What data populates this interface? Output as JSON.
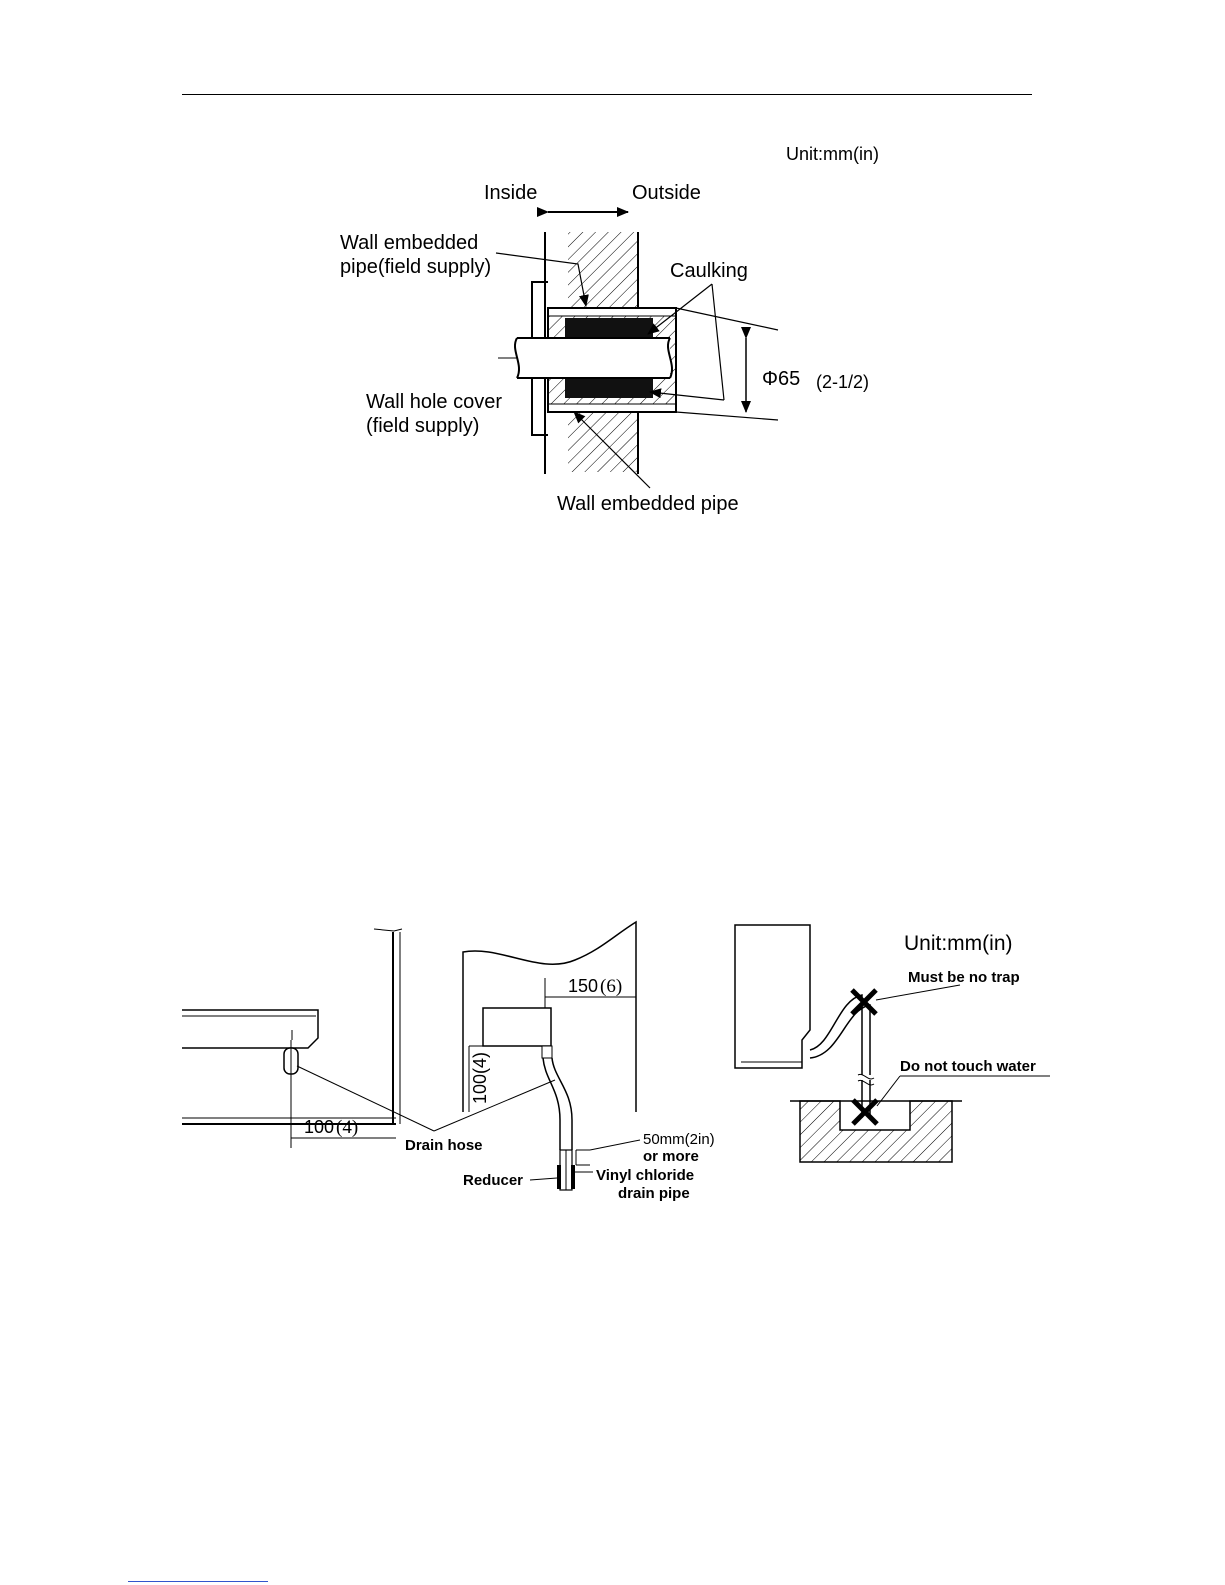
{
  "wall_diagram": {
    "unit": "Unit:mm(in)",
    "inside": "Inside",
    "outside": "Outside",
    "wall_embedded_pipe_field_1": "Wall embedded",
    "wall_embedded_pipe_field_2": "pipe(field supply)",
    "caulking": "Caulking",
    "diameter": "Φ65",
    "diameter_in": "(2-1/2)",
    "wall_hole_cover_1": "Wall hole cover",
    "wall_hole_cover_2": "(field supply)",
    "wall_embedded_pipe": "Wall embedded pipe"
  },
  "drain_diagram": {
    "dim_100_left": "100",
    "dim_100_left_in": "(4)",
    "dim_150": "150",
    "dim_150_in": "(6)",
    "dim_100_vertical": "100(4)",
    "drain_hose": "Drain hose",
    "dim_50_1": "50mm(2in)",
    "dim_50_2": "or more",
    "reducer": "Reducer",
    "vinyl_1": "Vinyl chloride",
    "vinyl_2": "drain pipe"
  },
  "trap_diagram": {
    "unit": "Unit:mm(in)",
    "no_trap": "Must be no trap",
    "no_water": "Do not touch water"
  }
}
